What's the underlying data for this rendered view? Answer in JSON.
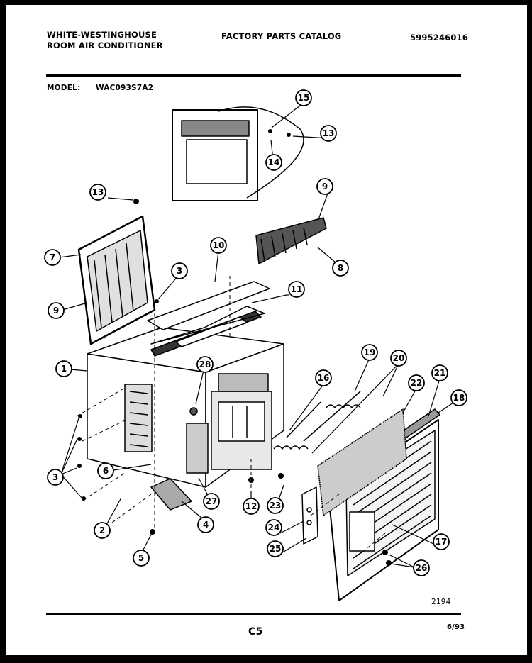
{
  "header": {
    "brand_line1": "WHITE-WESTINGHOUSE",
    "brand_line2": "ROOM AIR CONDITIONER",
    "catalog_title": "FACTORY PARTS CATALOG",
    "catalog_number": "5995246016",
    "model_label": "MODEL:",
    "model_number": "WAC093S7A2"
  },
  "callouts": [
    "1",
    "2",
    "3",
    "4",
    "5",
    "6",
    "7",
    "8",
    "9",
    "10",
    "11",
    "12",
    "13",
    "14",
    "15",
    "16",
    "17",
    "18",
    "19",
    "20",
    "21",
    "22",
    "23",
    "24",
    "25",
    "26",
    "27",
    "28"
  ],
  "footer": {
    "drawing_ref": "2194",
    "section_code": "C5",
    "date": "6/93"
  }
}
